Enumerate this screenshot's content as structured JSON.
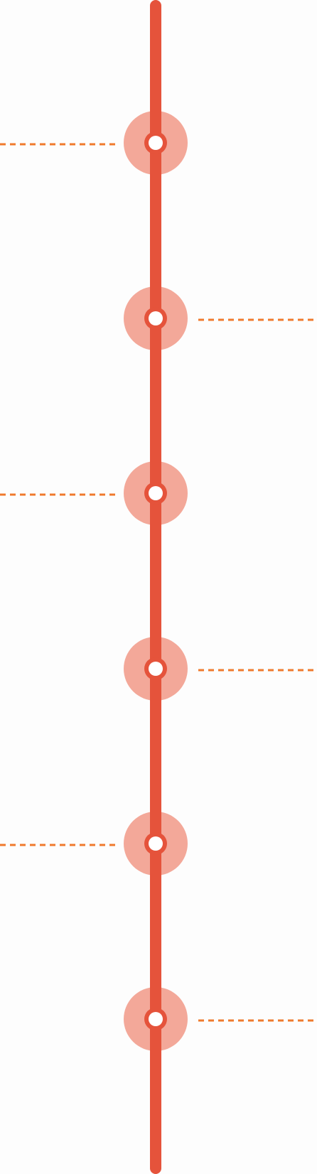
{
  "timeline": {
    "colors": {
      "line": "#e5533b",
      "halo": "#f3a899",
      "connector": "#f07a2d",
      "node_center": "#ffffff"
    },
    "nodes": [
      {
        "side": "left"
      },
      {
        "side": "right"
      },
      {
        "side": "left"
      },
      {
        "side": "right"
      },
      {
        "side": "left"
      },
      {
        "side": "right"
      }
    ]
  }
}
